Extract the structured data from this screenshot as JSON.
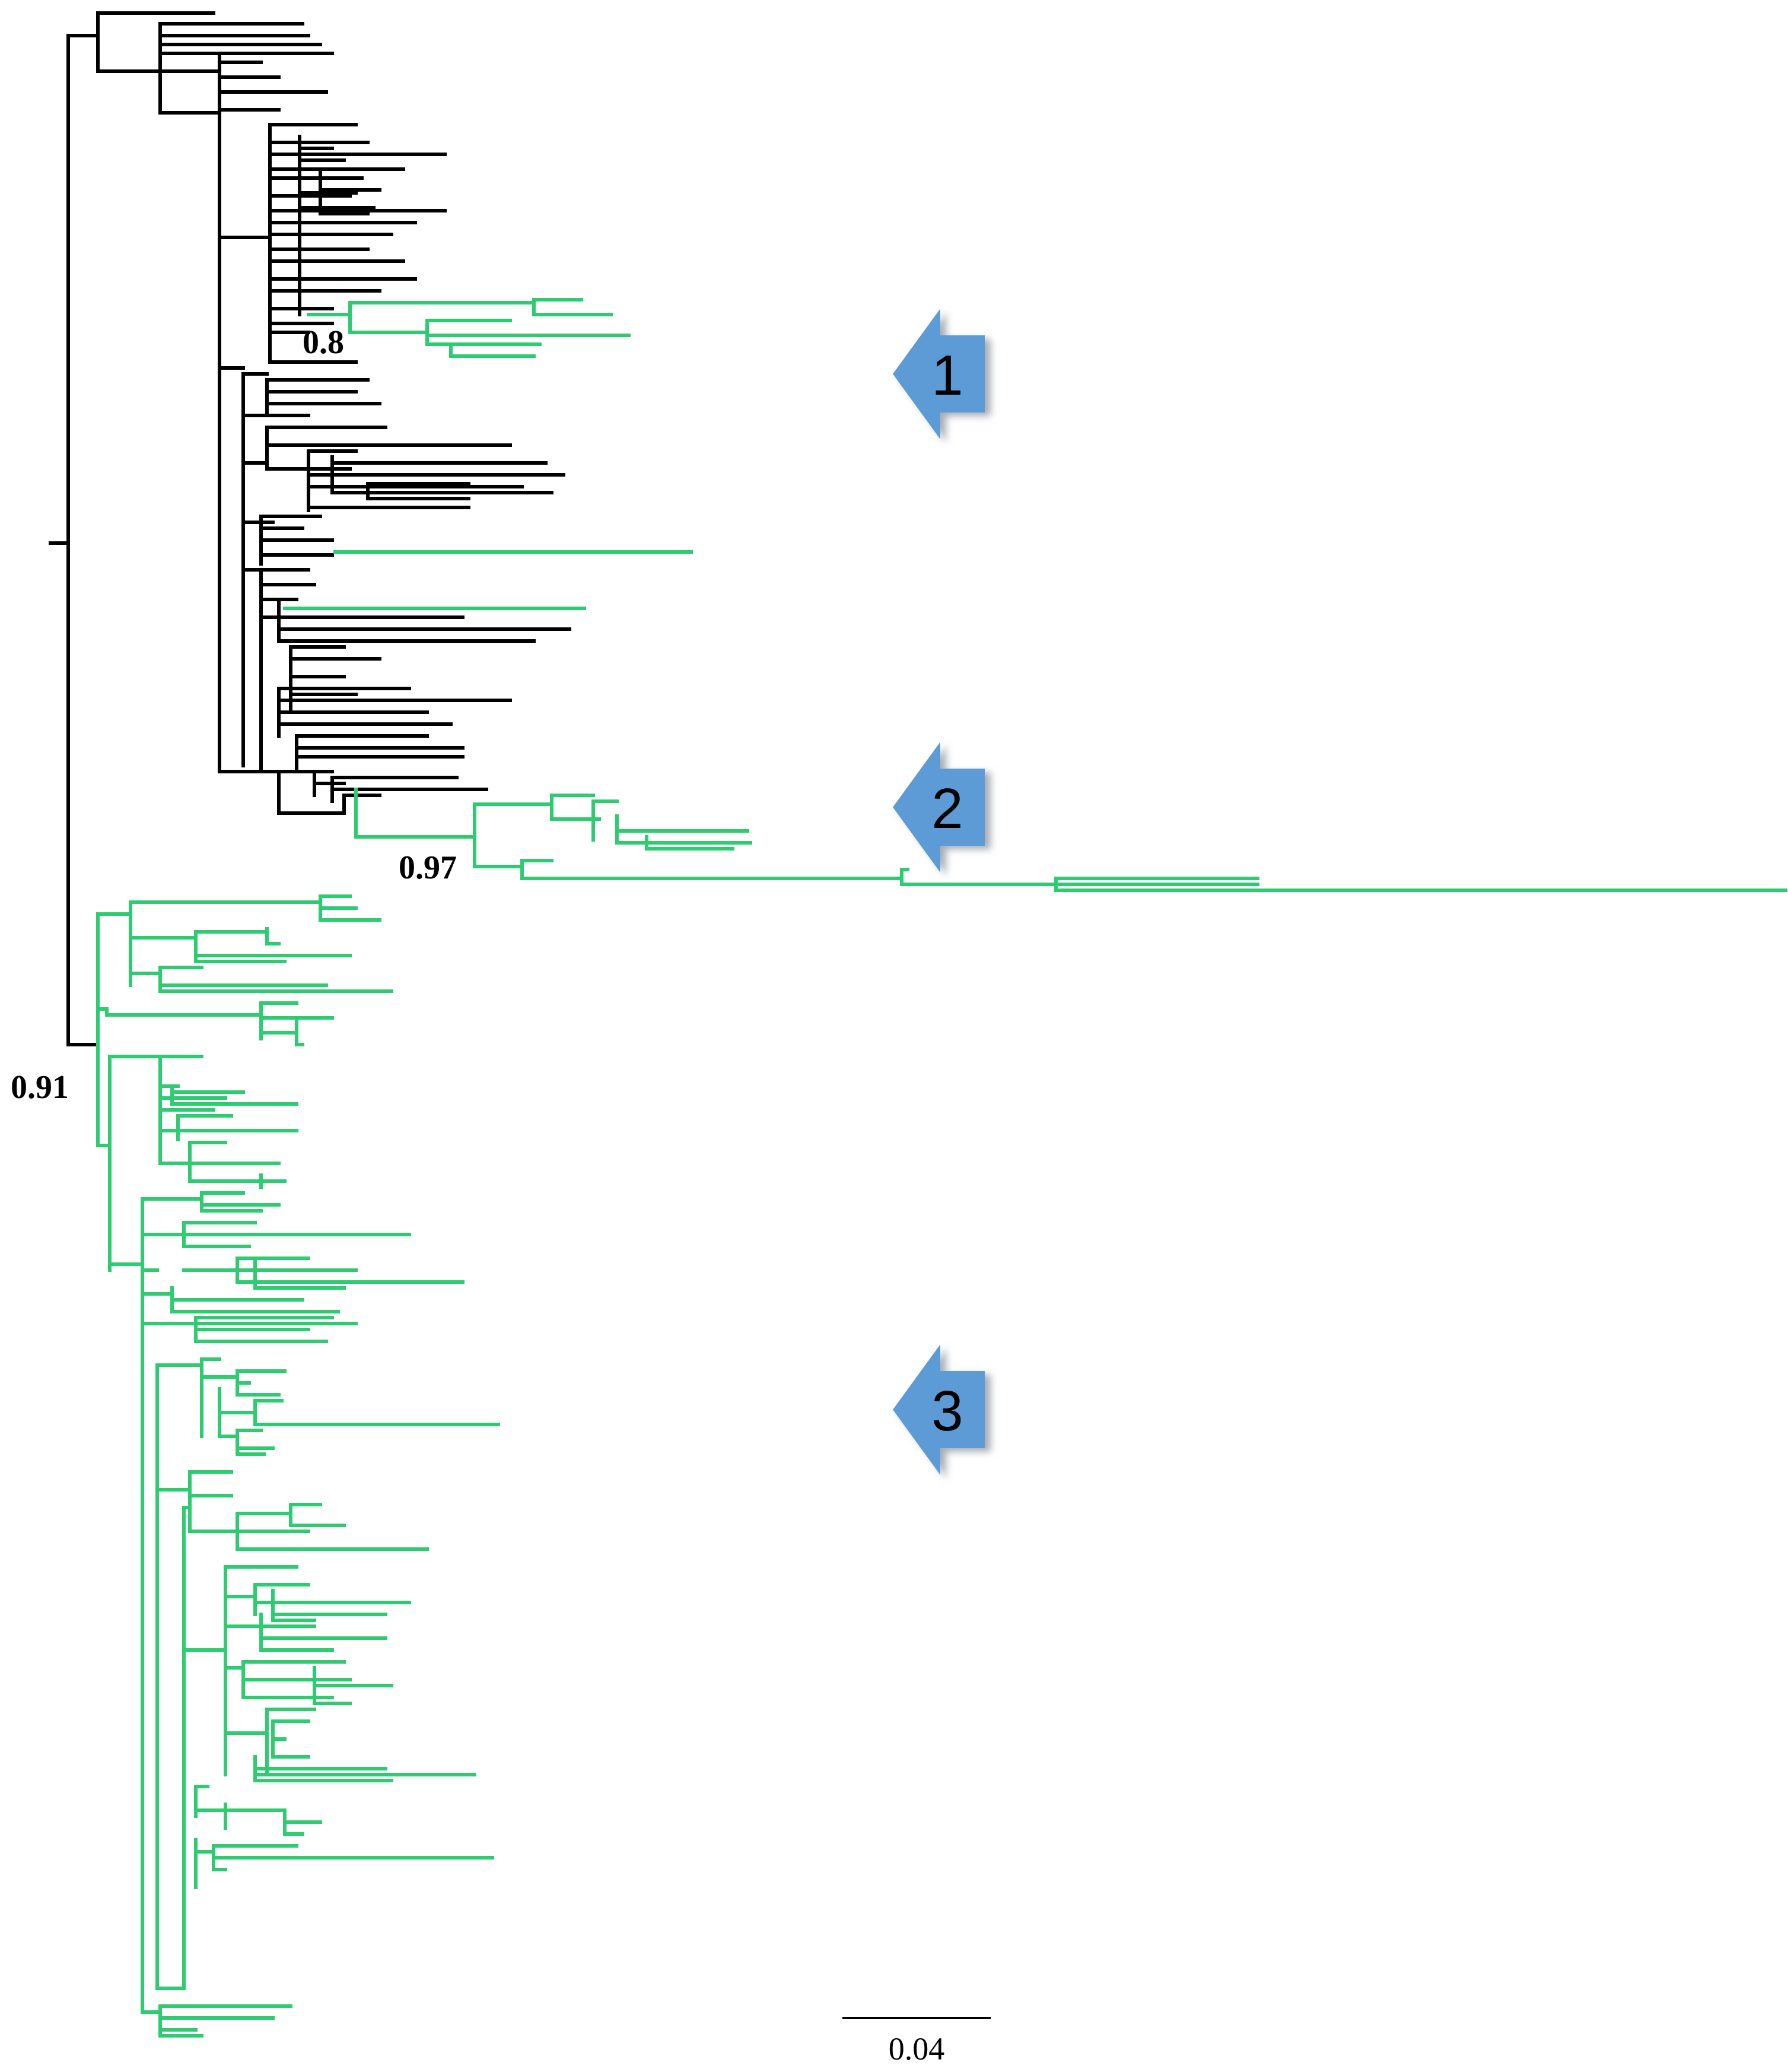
{
  "colors": {
    "clade_reference": "#000000",
    "clade_highlight": "#2ecc71",
    "arrow_fill": "#5b9bd5",
    "arrow_shadow": "#9aa3ad"
  },
  "support_values": {
    "node_a": "0.8",
    "node_b": "0.97",
    "node_c": "0.91"
  },
  "arrows": [
    {
      "label": "1",
      "icon": "left-arrow-icon"
    },
    {
      "label": "2",
      "icon": "left-arrow-icon"
    },
    {
      "label": "3",
      "icon": "left-arrow-icon"
    }
  ],
  "scale_bar": {
    "label": "0.04",
    "length_substitutions": 0.04
  }
}
